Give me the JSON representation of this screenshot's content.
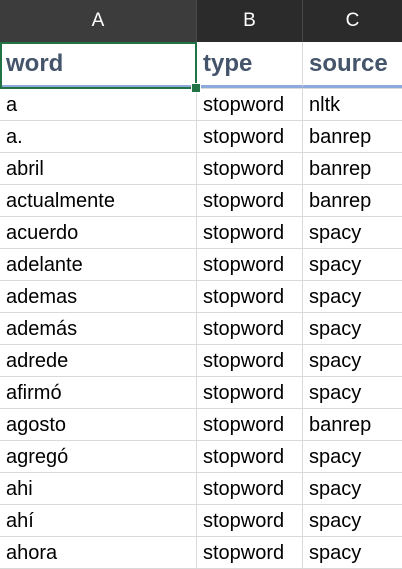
{
  "columns": [
    "A",
    "B",
    "C"
  ],
  "header": {
    "word": "word",
    "type": "type",
    "source": "source"
  },
  "rows": [
    {
      "word": "a",
      "type": "stopword",
      "source": "nltk"
    },
    {
      "word": "a.",
      "type": "stopword",
      "source": "banrep"
    },
    {
      "word": "abril",
      "type": "stopword",
      "source": "banrep"
    },
    {
      "word": "actualmente",
      "type": "stopword",
      "source": "banrep"
    },
    {
      "word": "acuerdo",
      "type": "stopword",
      "source": "spacy"
    },
    {
      "word": "adelante",
      "type": "stopword",
      "source": "spacy"
    },
    {
      "word": "ademas",
      "type": "stopword",
      "source": "spacy"
    },
    {
      "word": "además",
      "type": "stopword",
      "source": "spacy"
    },
    {
      "word": "adrede",
      "type": "stopword",
      "source": "spacy"
    },
    {
      "word": "afirmó",
      "type": "stopword",
      "source": "spacy"
    },
    {
      "word": "agosto",
      "type": "stopword",
      "source": "banrep"
    },
    {
      "word": "agregó",
      "type": "stopword",
      "source": "spacy"
    },
    {
      "word": "ahi",
      "type": "stopword",
      "source": "spacy"
    },
    {
      "word": "ahí",
      "type": "stopword",
      "source": "spacy"
    },
    {
      "word": "ahora",
      "type": "stopword",
      "source": "spacy"
    }
  ],
  "colors": {
    "header_text": "#44546a",
    "selection": "#217346",
    "header_bar": "#2b2b2b"
  }
}
